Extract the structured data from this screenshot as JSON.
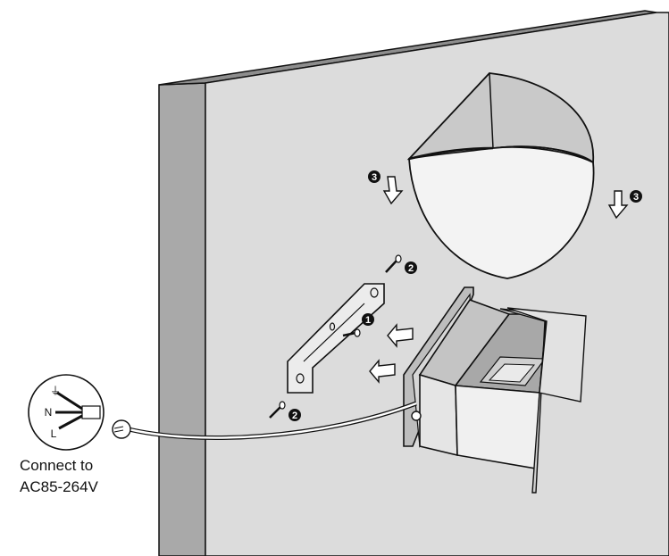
{
  "callouts": {
    "step1": "1",
    "step2_top": "2",
    "step2_bottom": "2",
    "step3_left": "3",
    "step3_right": "3"
  },
  "wiring": {
    "ground_symbol": "⏚",
    "neutral": "N",
    "live": "L"
  },
  "caption": {
    "line1": "Connect to",
    "line2": "AC85-264V"
  }
}
